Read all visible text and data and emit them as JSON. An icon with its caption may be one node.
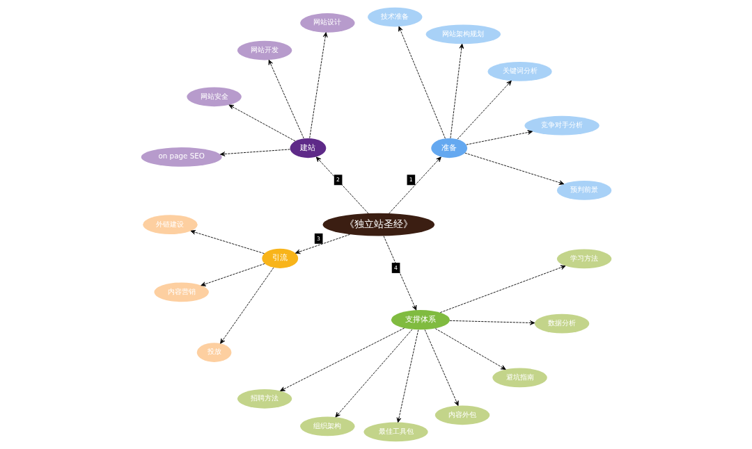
{
  "diagram": {
    "nodes": [
      {
        "text": [
          "《独立站圣经》"
        ]
      },
      {
        "text": [
          "准备"
        ]
      },
      {
        "text": [
          "预判前景"
        ]
      },
      {
        "text": [
          "竞争对手分析"
        ]
      },
      {
        "text": [
          "关键词分析"
        ]
      },
      {
        "text": [
          "网站架构规划"
        ]
      },
      {
        "text": [
          "技术准备"
        ]
      },
      {
        "text": [
          "建站"
        ]
      },
      {
        "text": [
          "网站设计"
        ]
      },
      {
        "text": [
          "网站开发"
        ]
      },
      {
        "text": [
          "网站安全"
        ]
      },
      {
        "text": [
          "on page SEO"
        ]
      },
      {
        "text": [
          "引流"
        ]
      },
      {
        "text": [
          "外链建设"
        ]
      },
      {
        "text": [
          "内容营销"
        ]
      },
      {
        "text": [
          "投放"
        ]
      },
      {
        "text": [
          "支撑体系"
        ]
      },
      {
        "text": [
          "招聘方法"
        ]
      },
      {
        "text": [
          "组织架构"
        ]
      },
      {
        "text": [
          "最佳工具包"
        ]
      },
      {
        "text": [
          "内容外包"
        ]
      },
      {
        "text": [
          "避坑指南"
        ]
      },
      {
        "text": [
          "数据分析"
        ]
      },
      {
        "text": [
          "学习方法"
        ]
      }
    ],
    "edges": [
      {
        "from": 0,
        "to": 1,
        "arrow": "to",
        "style": "dashed",
        "label": "1"
      },
      {
        "from": 1,
        "to": 2,
        "arrow": "to",
        "style": "dashed"
      },
      {
        "from": 1,
        "to": 3,
        "arrow": "to",
        "style": "dashed"
      },
      {
        "from": 1,
        "to": 4,
        "arrow": "to",
        "style": "dashed"
      },
      {
        "from": 1,
        "to": 5,
        "arrow": "to",
        "style": "dashed"
      },
      {
        "from": 1,
        "to": 6,
        "arrow": "to",
        "style": "dashed"
      },
      {
        "from": 0,
        "to": 7,
        "arrow": "to",
        "style": "dashed",
        "label": "2"
      },
      {
        "from": 7,
        "to": 8,
        "arrow": "to",
        "style": "dashed"
      },
      {
        "from": 7,
        "to": 9,
        "arrow": "to",
        "style": "dashed"
      },
      {
        "from": 7,
        "to": 10,
        "arrow": "to",
        "style": "dashed"
      },
      {
        "from": 7,
        "to": 11,
        "arrow": "to",
        "style": "dashed"
      },
      {
        "from": 0,
        "to": 12,
        "arrow": "to",
        "style": "dashed",
        "label": "3"
      },
      {
        "from": 12,
        "to": 13,
        "arrow": "to",
        "style": "dashed"
      },
      {
        "from": 12,
        "to": 14,
        "arrow": "to",
        "style": "dashed"
      },
      {
        "from": 12,
        "to": 15,
        "arrow": "to",
        "style": "dashed"
      },
      {
        "from": 0,
        "to": 16,
        "arrow": "to",
        "style": "dashed",
        "label": "4"
      },
      {
        "from": 16,
        "to": 17,
        "arrow": "to",
        "style": "dashed"
      },
      {
        "from": 16,
        "to": 18,
        "arrow": "to",
        "style": "dashed"
      },
      {
        "from": 16,
        "to": 19,
        "arrow": "to",
        "style": "dashed"
      },
      {
        "from": 16,
        "to": 20,
        "arrow": "to",
        "style": "dashed"
      },
      {
        "from": 16,
        "to": 21,
        "arrow": "to",
        "style": "dashed"
      },
      {
        "from": 16,
        "to": 22,
        "arrow": "to",
        "style": "dashed"
      },
      {
        "from": 16,
        "to": 23,
        "arrow": "to",
        "style": "dashed"
      }
    ]
  }
}
